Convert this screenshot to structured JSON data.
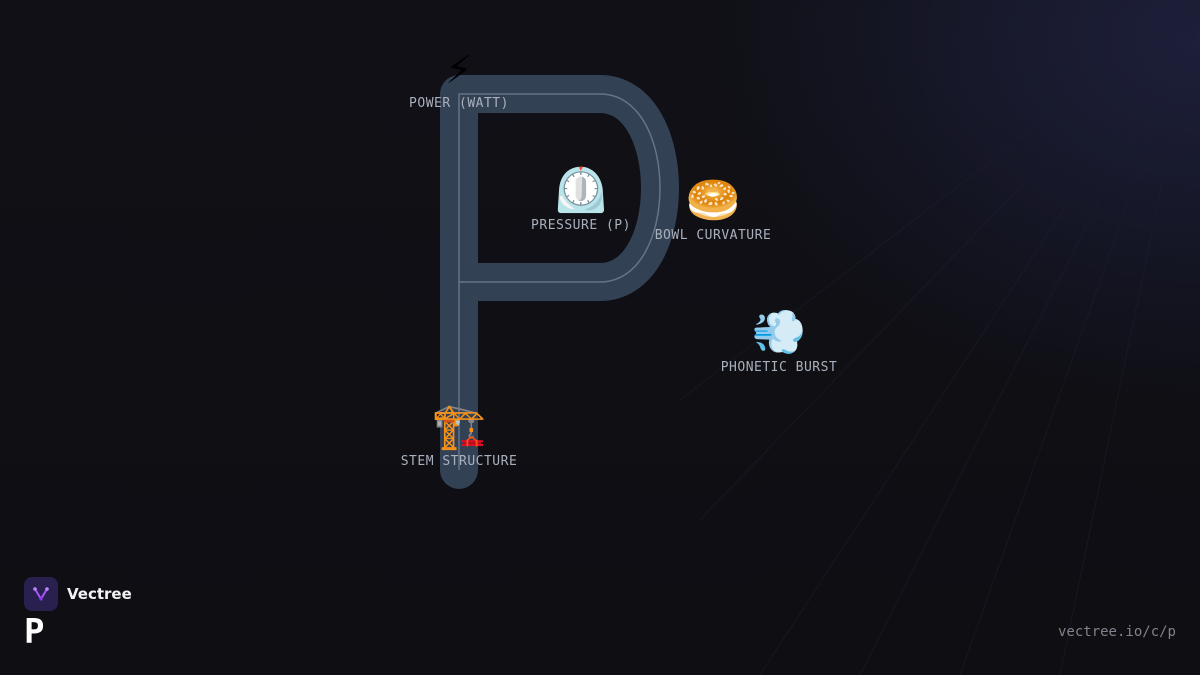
{
  "letter": "P",
  "nodes": {
    "power": {
      "emoji": "⚡",
      "label": "POWER (WATT)"
    },
    "pressure": {
      "emoji": "⏲️",
      "label": "PRESSURE (P)"
    },
    "bowl": {
      "emoji": "🥯",
      "label": "BOWL CURVATURE"
    },
    "burst": {
      "emoji": "💨",
      "label": "PHONETIC BURST"
    },
    "stem": {
      "emoji": "🏗️",
      "label": "STEM STRUCTURE"
    }
  },
  "brand": {
    "name": "Vectree",
    "icon": "vectree-logo-icon"
  },
  "footer": {
    "url": "vectree.io/c/p"
  },
  "colors": {
    "background": "#0f0f14",
    "letter_stroke": "#334155",
    "letter_outline": "#64748b",
    "label": "#a9b0bd",
    "brand_bg": "#2a2050",
    "brand_accent": "#a855f7"
  }
}
